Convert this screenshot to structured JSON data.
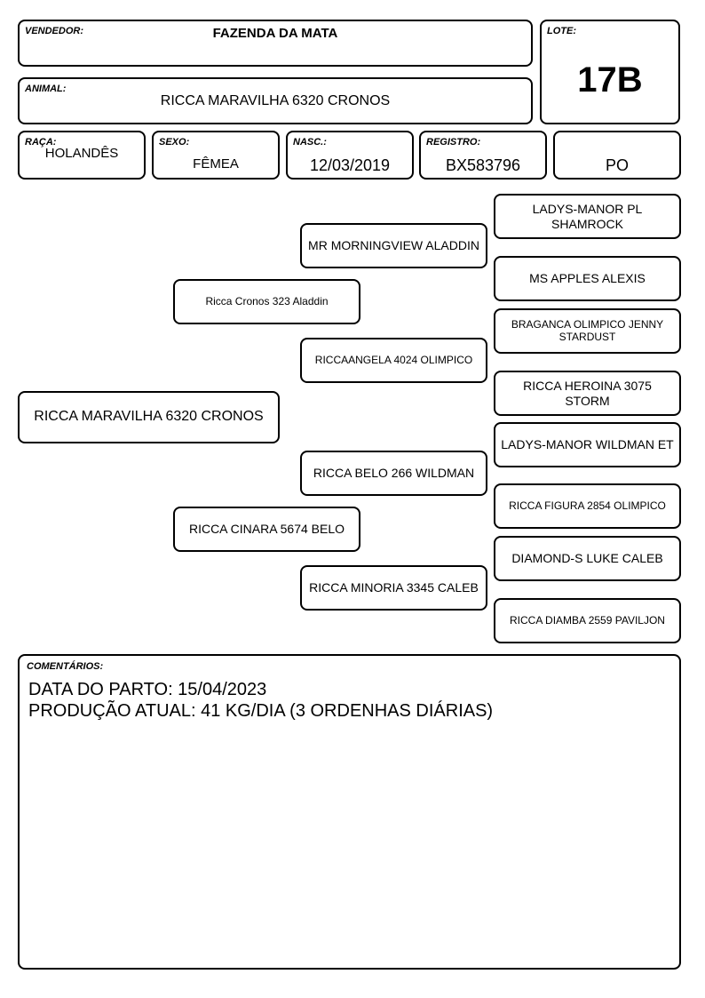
{
  "header": {
    "vendedor_label": "VENDEDOR:",
    "vendedor": "FAZENDA DA MATA",
    "lote_label": "LOTE:",
    "lote": "17B",
    "animal_label": "ANIMAL:",
    "animal": "RICCA MARAVILHA 6320 CRONOS"
  },
  "info": {
    "raca_label": "RAÇA:",
    "raca": "HOLANDÊS",
    "sexo_label": "SEXO:",
    "sexo": "FÊMEA",
    "nasc_label": "NASC.:",
    "nasc": "12/03/2019",
    "registro_label": "REGISTRO:",
    "registro": "BX583796",
    "categoria": "PO"
  },
  "pedigree": {
    "subject": "RICCA MARAVILHA 6320 CRONOS",
    "sire": "Ricca Cronos 323 Aladdin",
    "dam": "RICCA CINARA 5674 BELO",
    "sire_sire": "MR MORNINGVIEW ALADDIN",
    "sire_dam": "RICCAANGELA 4024 OLIMPICO",
    "dam_sire": "RICCA BELO 266 WILDMAN",
    "dam_dam": "RICCA MINORIA 3345 CALEB",
    "ggp": [
      "LADYS-MANOR PL SHAMROCK",
      "MS APPLES ALEXIS",
      "BRAGANCA OLIMPICO JENNY STARDUST",
      "RICCA HEROINA 3075 STORM",
      "LADYS-MANOR WILDMAN ET",
      "RICCA FIGURA 2854 OLIMPICO",
      "DIAMOND-S LUKE CALEB",
      "RICCA DIAMBA 2559 PAVILJON"
    ]
  },
  "comments": {
    "label": "COMENTÁRIOS:",
    "line1": "DATA DO PARTO: 15/04/2023",
    "line2": "PRODUÇÃO ATUAL: 41 KG/DIA (3 ORDENHAS DIÁRIAS)"
  }
}
